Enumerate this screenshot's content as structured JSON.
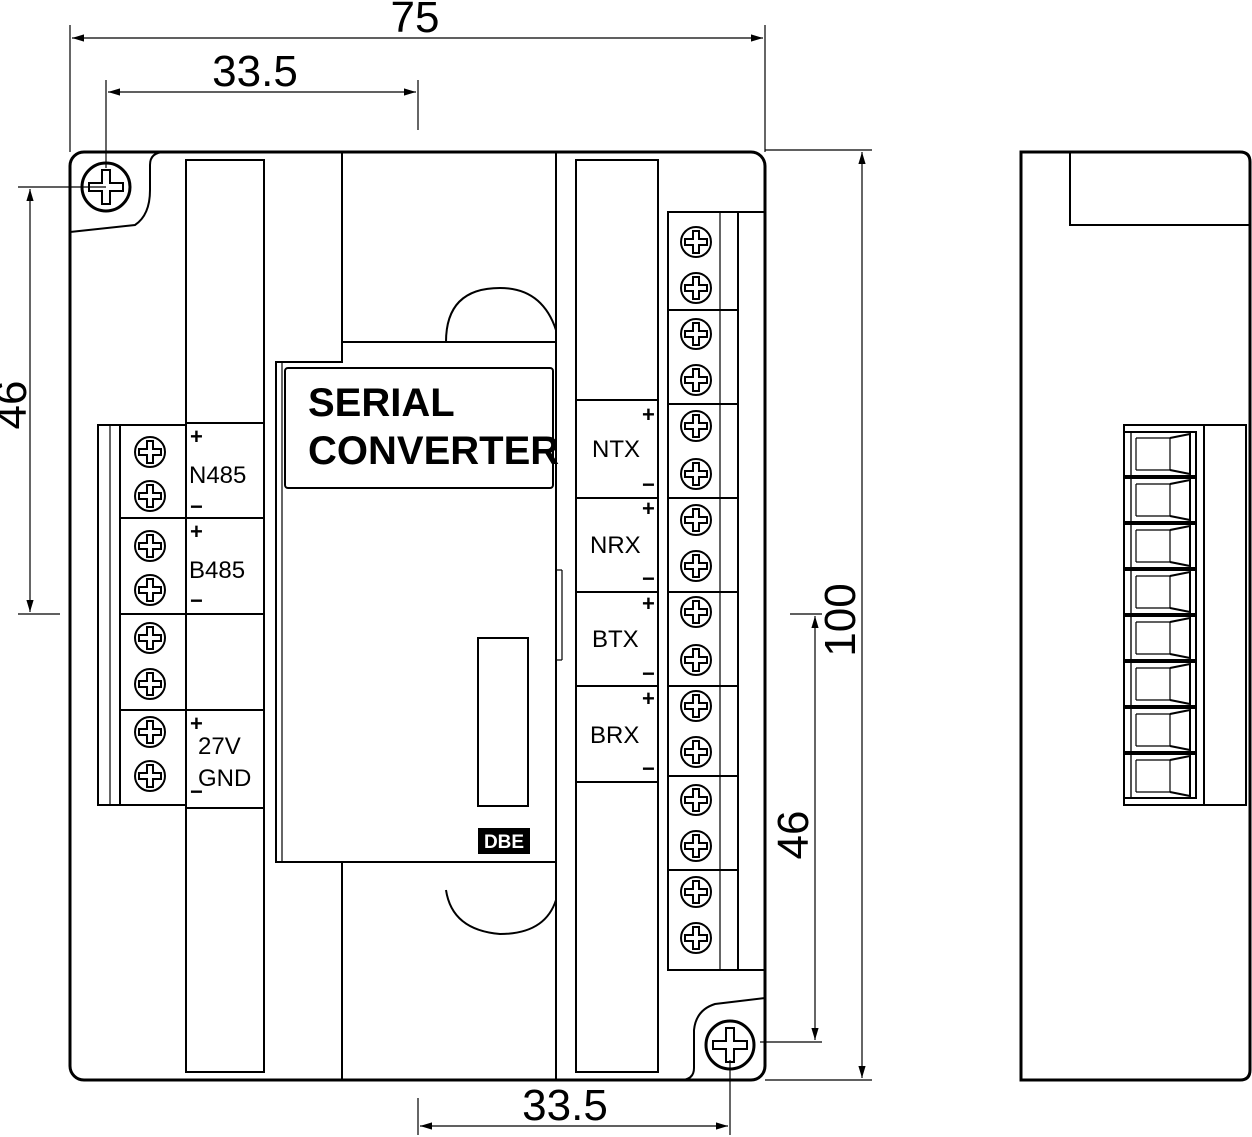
{
  "dimensions": {
    "overall_width": "75",
    "left_screw_offset": "33.5",
    "bottom_screw_offset": "33.5",
    "left_height": "46",
    "right_height": "46",
    "overall_height": "100"
  },
  "module_label": {
    "line1": "SERIAL",
    "line2": "CONVERTER"
  },
  "left_terminals": {
    "n485": "N485",
    "b485": "B485",
    "v27": "27V",
    "gnd": "GND",
    "plus": "+",
    "minus": "−"
  },
  "right_terminals": {
    "ntx": "NTX",
    "nrx": "NRX",
    "btx": "BTX",
    "brx": "BRX"
  },
  "logo": "DBE"
}
